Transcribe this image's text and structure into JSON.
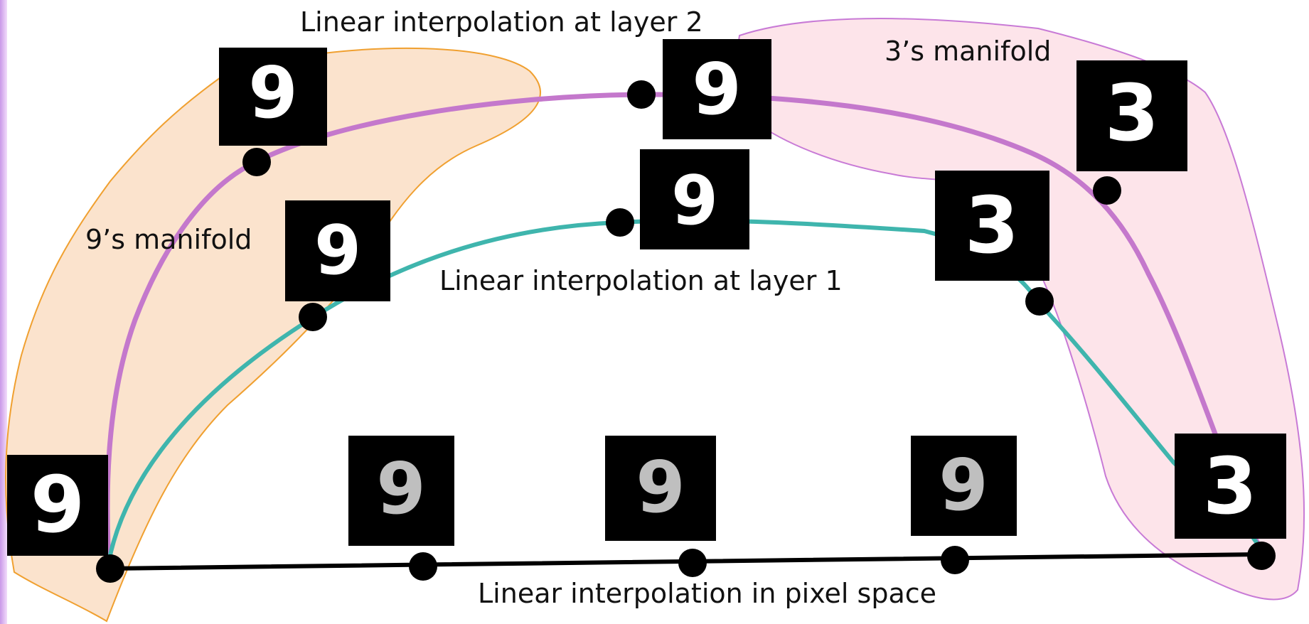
{
  "labels": {
    "layer2": "Linear interpolation at layer 2",
    "layer1": "Linear interpolation at layer 1",
    "pixel": "Linear interpolation in pixel space",
    "manifold9": "9’s manifold",
    "manifold3": "3’s manifold"
  },
  "thumbnails": {
    "start": "9",
    "end": "3",
    "layer2": [
      "9",
      "9",
      "3"
    ],
    "layer1": [
      "9",
      "9",
      "3"
    ],
    "pixel": [
      "9",
      "9",
      "9"
    ]
  },
  "colors": {
    "manifold9_fill": "#fbe3cd",
    "manifold9_stroke": "#f0a030",
    "manifold3_fill": "#fde4ea",
    "manifold3_stroke": "#c87ad6",
    "layer2_path": "#c478cc",
    "layer1_path": "#3fb5ad",
    "pixel_path": "#000000"
  }
}
